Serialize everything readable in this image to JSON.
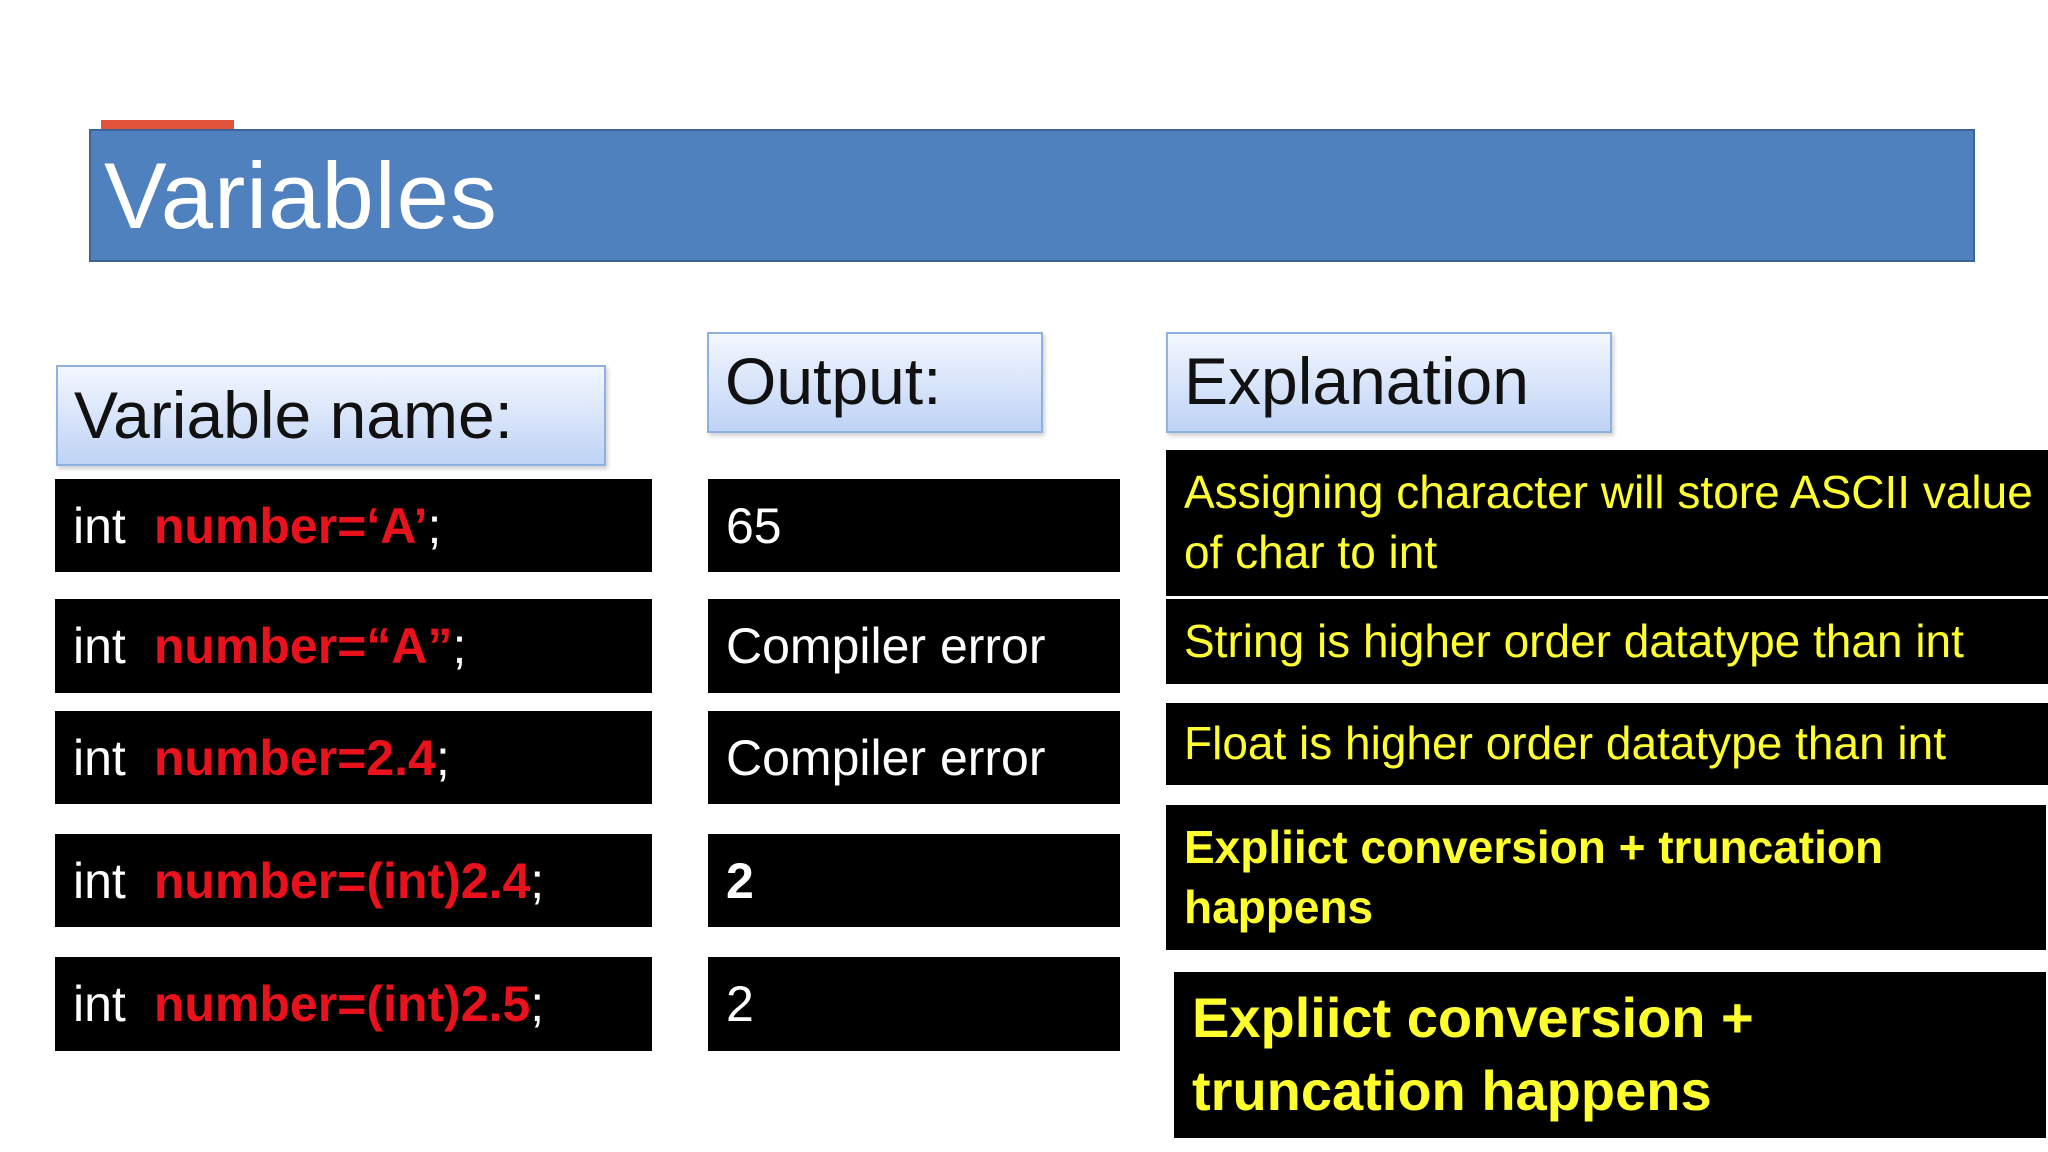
{
  "title": "Variables",
  "headers": {
    "variable": "Variable name:",
    "output": "Output:",
    "explanation": "Explanation"
  },
  "rows": [
    {
      "type_kw": "int",
      "code": "number=‘A’",
      "semi": ";",
      "output": "65",
      "explanation": "Assigning character will store ASCII value of char to int"
    },
    {
      "type_kw": "int",
      "code": "number=“A”",
      "semi": ";",
      "output": "Compiler error",
      "explanation": "String is higher order datatype than int"
    },
    {
      "type_kw": "int",
      "code": "number=2.4",
      "semi": " ;",
      "output": "Compiler error",
      "explanation": "Float is higher order datatype than int"
    },
    {
      "type_kw": "int",
      "code": "number=(int)2.4",
      "semi": ";",
      "output": "2",
      "explanation": "Expliict conversion + truncation happens"
    },
    {
      "type_kw": "int",
      "code": "number=(int)2.5",
      "semi": ";",
      "output": "2",
      "explanation": "Expliict conversion + truncation happens"
    }
  ],
  "colors": {
    "title_bar": "#5081bf",
    "accent": "#e0533a",
    "code_text": "#e8111c",
    "explanation_text": "#ffff2e",
    "cell_background": "#000000"
  }
}
